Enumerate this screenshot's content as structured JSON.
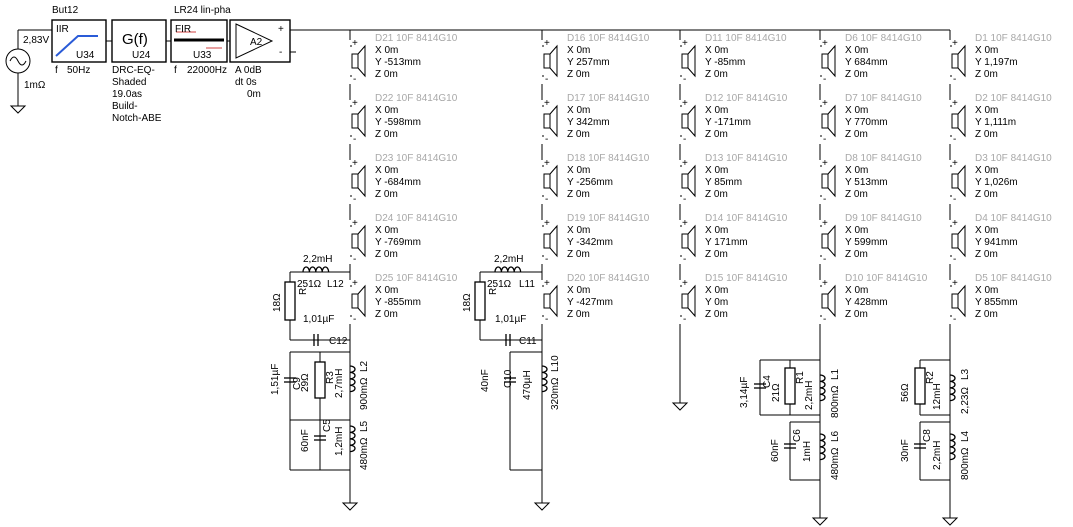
{
  "source": {
    "voltage": "2,83V",
    "impedance": "1mΩ"
  },
  "blocks": {
    "iir": {
      "top": "But12",
      "inner": "IIR",
      "id": "U34",
      "f_label": "f",
      "freq": "50Hz"
    },
    "eq": {
      "symbol": "G(f)",
      "id": "U24",
      "desc": [
        "DRC-EQ-",
        "Shaded",
        "19.0as",
        "Build-",
        "Notch-ABE"
      ]
    },
    "fir": {
      "top": "LR24 lin-pha",
      "inner": "FIR",
      "id": "U33",
      "f_label": "f",
      "freq": "22000Hz"
    },
    "amp": {
      "id": "A2",
      "plus": "+",
      "minus": "-",
      "params": [
        "A  0dB",
        "dt 0s",
        "0m"
      ]
    }
  },
  "drivers": [
    [
      {
        "name": "D21 10F 8414G10",
        "x": "X 0m",
        "y": "Y -513mm",
        "z": "Z 0m"
      },
      {
        "name": "D22 10F 8414G10",
        "x": "X 0m",
        "y": "Y -598mm",
        "z": "Z 0m"
      },
      {
        "name": "D23 10F 8414G10",
        "x": "X 0m",
        "y": "Y -684mm",
        "z": "Z 0m"
      },
      {
        "name": "D24 10F 8414G10",
        "x": "X 0m",
        "y": "Y -769mm",
        "z": "Z 0m"
      },
      {
        "name": "D25 10F 8414G10",
        "x": "X 0m",
        "y": "Y -855mm",
        "z": "Z 0m"
      }
    ],
    [
      {
        "name": "D16 10F 8414G10",
        "x": "X 0m",
        "y": "Y 257mm",
        "z": "Z 0m"
      },
      {
        "name": "D17 10F 8414G10",
        "x": "X 0m",
        "y": "Y 342mm",
        "z": "Z 0m"
      },
      {
        "name": "D18 10F 8414G10",
        "x": "X 0m",
        "y": "Y -256mm",
        "z": "Z 0m"
      },
      {
        "name": "D19 10F 8414G10",
        "x": "X 0m",
        "y": "Y -342mm",
        "z": "Z 0m"
      },
      {
        "name": "D20 10F 8414G10",
        "x": "X 0m",
        "y": "Y -427mm",
        "z": "Z 0m"
      }
    ],
    [
      {
        "name": "D11 10F 8414G10",
        "x": "X 0m",
        "y": "Y -85mm",
        "z": "Z 0m"
      },
      {
        "name": "D12 10F 8414G10",
        "x": "X 0m",
        "y": "Y -171mm",
        "z": "Z 0m"
      },
      {
        "name": "D13 10F 8414G10",
        "x": "X 0m",
        "y": "Y 85mm",
        "z": "Z 0m"
      },
      {
        "name": "D14 10F 8414G10",
        "x": "X 0m",
        "y": "Y 171mm",
        "z": "Z 0m"
      },
      {
        "name": "D15 10F 8414G10",
        "x": "X 0m",
        "y": "Y 0m",
        "z": "Z 0m"
      }
    ],
    [
      {
        "name": "D6 10F 8414G10",
        "x": "X 0m",
        "y": "Y 684mm",
        "z": "Z 0m"
      },
      {
        "name": "D7 10F 8414G10",
        "x": "X 0m",
        "y": "Y 770mm",
        "z": "Z 0m"
      },
      {
        "name": "D8 10F 8414G10",
        "x": "X 0m",
        "y": "Y 513mm",
        "z": "Z 0m"
      },
      {
        "name": "D9 10F 8414G10",
        "x": "X 0m",
        "y": "Y 599mm",
        "z": "Z 0m"
      },
      {
        "name": "D10 10F 8414G10",
        "x": "X 0m",
        "y": "Y 428mm",
        "z": "Z 0m"
      }
    ],
    [
      {
        "name": "D1 10F 8414G10",
        "x": "X 0m",
        "y": "Y 1,197m",
        "z": "Z 0m"
      },
      {
        "name": "D2 10F 8414G10",
        "x": "X 0m",
        "y": "Y 1,111m",
        "z": "Z 0m"
      },
      {
        "name": "D3 10F 8414G10",
        "x": "X 0m",
        "y": "Y 1,026m",
        "z": "Z 0m"
      },
      {
        "name": "D4 10F 8414G10",
        "x": "X 0m",
        "y": "Y 941mm",
        "z": "Z 0m"
      },
      {
        "name": "D5 10F 8414G10",
        "x": "X 0m",
        "y": "Y 855mm",
        "z": "Z 0m"
      }
    ]
  ],
  "net1": {
    "L12": {
      "value": "2,2mH",
      "r": "251Ω",
      "id": "L12"
    },
    "R_top": {
      "value": "18Ω",
      "id": "R"
    },
    "C12": {
      "value": "1,01µF",
      "id": "C12"
    },
    "C9": {
      "value": "1,51µF",
      "id": "C9"
    },
    "R3": {
      "value": "29Ω",
      "id": "R3"
    },
    "L2": {
      "value": "2,7mH",
      "r": "900mΩ",
      "id": "L2"
    },
    "C5": {
      "value": "60nF",
      "id": "C5"
    },
    "L5": {
      "value": "1,2mH",
      "r": "480mΩ",
      "id": "L5"
    }
  },
  "net2": {
    "L11": {
      "value": "2,2mH",
      "r": "251Ω",
      "id": "L11"
    },
    "R_top": {
      "value": "18Ω",
      "id": "R"
    },
    "C11": {
      "value": "1,01µF",
      "id": "C11"
    },
    "C10": {
      "value": "40nF",
      "id": "C10"
    },
    "L10": {
      "value": "470µH",
      "r": "320mΩ",
      "id": "L10"
    }
  },
  "net4": {
    "C4": {
      "value": "3,14µF",
      "id": "C4"
    },
    "R1": {
      "value": "21Ω",
      "id": "R1"
    },
    "L1": {
      "value": "2,2mH",
      "r": "800mΩ",
      "id": "L1"
    },
    "C6": {
      "value": "60nF",
      "id": "C6"
    },
    "L6": {
      "value": "1mH",
      "r": "480mΩ",
      "id": "L6"
    }
  },
  "net5": {
    "R2": {
      "value": "56Ω",
      "id": "R2"
    },
    "L3": {
      "value": "12mH",
      "r": "2,23Ω",
      "id": "L3"
    },
    "C8": {
      "value": "30nF",
      "id": "C8"
    },
    "L4": {
      "value": "2,2mH",
      "r": "800mΩ",
      "id": "L4"
    }
  }
}
